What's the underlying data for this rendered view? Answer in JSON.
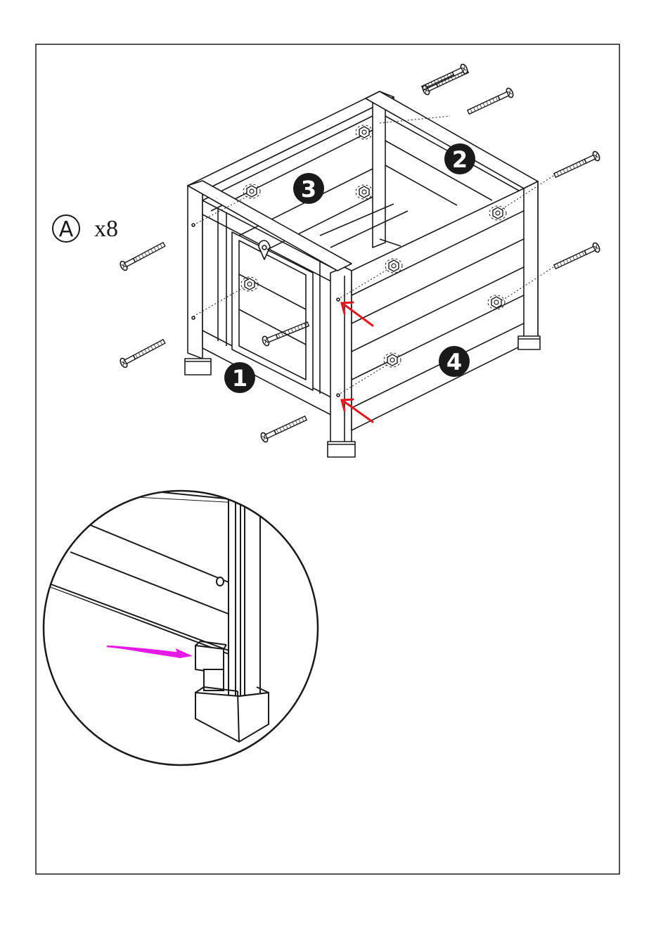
{
  "hardware": {
    "part_letter": "A",
    "quantity_label": "x8"
  },
  "part_numbers": [
    "1",
    "2",
    "3",
    "4"
  ],
  "colors": {
    "line": "#1a1a1a",
    "callout_pointer": "#e8141c",
    "detail_pointer": "#e619e6",
    "part_badge": "#1a1a1a",
    "part_badge_text": "#ffffff"
  }
}
